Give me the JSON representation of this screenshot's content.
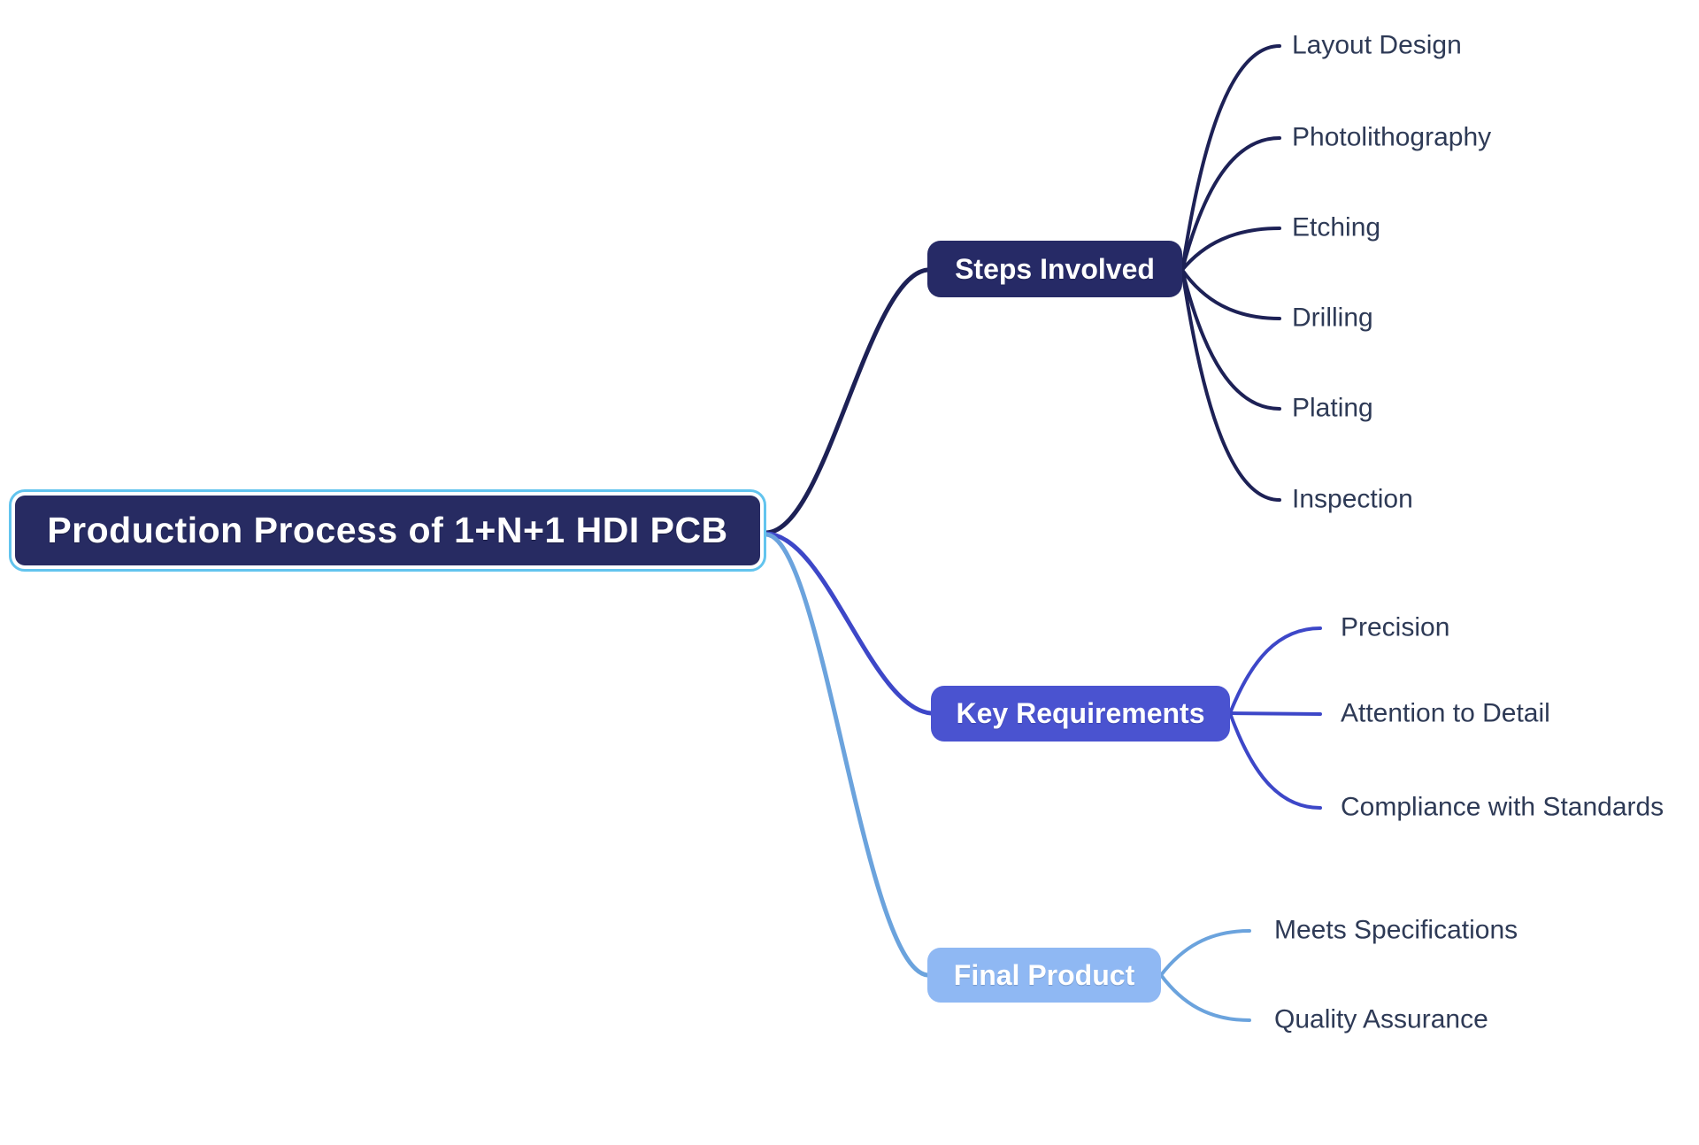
{
  "diagram": {
    "root": {
      "label": "Production Process of 1+N+1 HDI PCB"
    },
    "branches": [
      {
        "label": "Steps Involved",
        "box_fill": "#262a66",
        "line_color": "#1d2156",
        "children": [
          {
            "label": "Layout Design"
          },
          {
            "label": "Photolithography"
          },
          {
            "label": "Etching"
          },
          {
            "label": "Drilling"
          },
          {
            "label": "Plating"
          },
          {
            "label": "Inspection"
          }
        ]
      },
      {
        "label": "Key Requirements",
        "box_fill": "#4a53d0",
        "line_color": "#3d47c8",
        "children": [
          {
            "label": "Precision"
          },
          {
            "label": "Attention to Detail"
          },
          {
            "label": "Compliance with Standards"
          }
        ]
      },
      {
        "label": "Final Product",
        "box_fill": "#8fb8f3",
        "line_color": "#6ba3dd",
        "children": [
          {
            "label": "Meets Specifications"
          },
          {
            "label": "Quality Assurance"
          }
        ]
      }
    ]
  },
  "colors": {
    "background": "#ffffff",
    "root_fill": "#272b62",
    "root_border": "#62c4ee",
    "root_text": "#ffffff",
    "branch_text": "#ffffff",
    "leaf_text": "#2e3a56"
  }
}
